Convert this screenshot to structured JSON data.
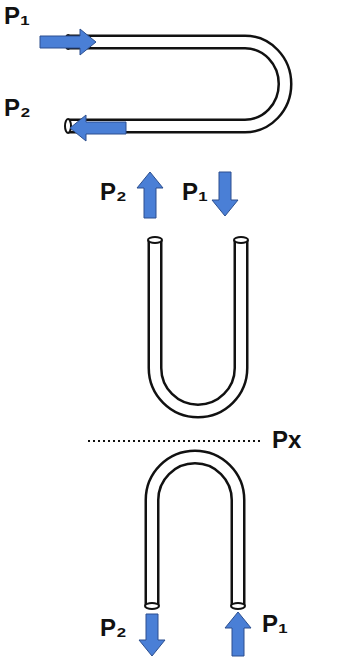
{
  "diagram": {
    "labels": [
      "P₁",
      "P₂",
      "P₂",
      "P₁",
      "Px",
      "P₂",
      "P₁"
    ]
  }
}
